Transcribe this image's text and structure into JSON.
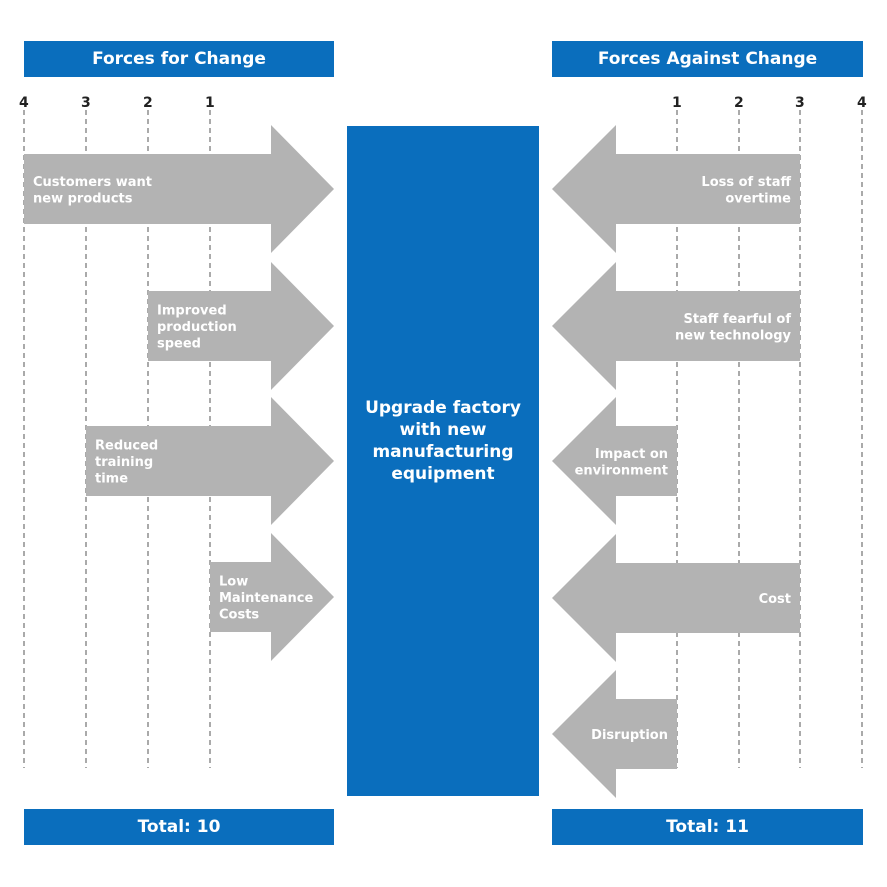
{
  "header": {
    "for_title": "Forces for Change",
    "against_title": "Forces Against Change"
  },
  "scale": {
    "left_ticks": [
      "4",
      "3",
      "2",
      "1"
    ],
    "right_ticks": [
      "1",
      "2",
      "3",
      "4"
    ]
  },
  "center_label": "Upgrade factory with new manufacturing equipment",
  "forces_for": [
    {
      "label": [
        "Customers want",
        "new products"
      ],
      "score": 4
    },
    {
      "label": [
        "Improved",
        "production",
        "speed"
      ],
      "score": 2
    },
    {
      "label": [
        "Reduced",
        "training",
        "time"
      ],
      "score": 3
    },
    {
      "label": [
        "Low",
        "Maintenance",
        "Costs"
      ],
      "score": 1
    }
  ],
  "forces_against": [
    {
      "label": [
        "Loss of staff",
        "overtime"
      ],
      "score": 3
    },
    {
      "label": [
        "Staff fearful of",
        "new technology"
      ],
      "score": 3
    },
    {
      "label": [
        "Impact on",
        "environment"
      ],
      "score": 1
    },
    {
      "label": [
        "Cost"
      ],
      "score": 3
    },
    {
      "label": [
        "Disruption"
      ],
      "score": 1
    }
  ],
  "footer": {
    "for_total": "Total: 10",
    "against_total": "Total: 11"
  },
  "colors": {
    "blue": "#0a6ebd",
    "arrow": "#b3b3b3"
  }
}
